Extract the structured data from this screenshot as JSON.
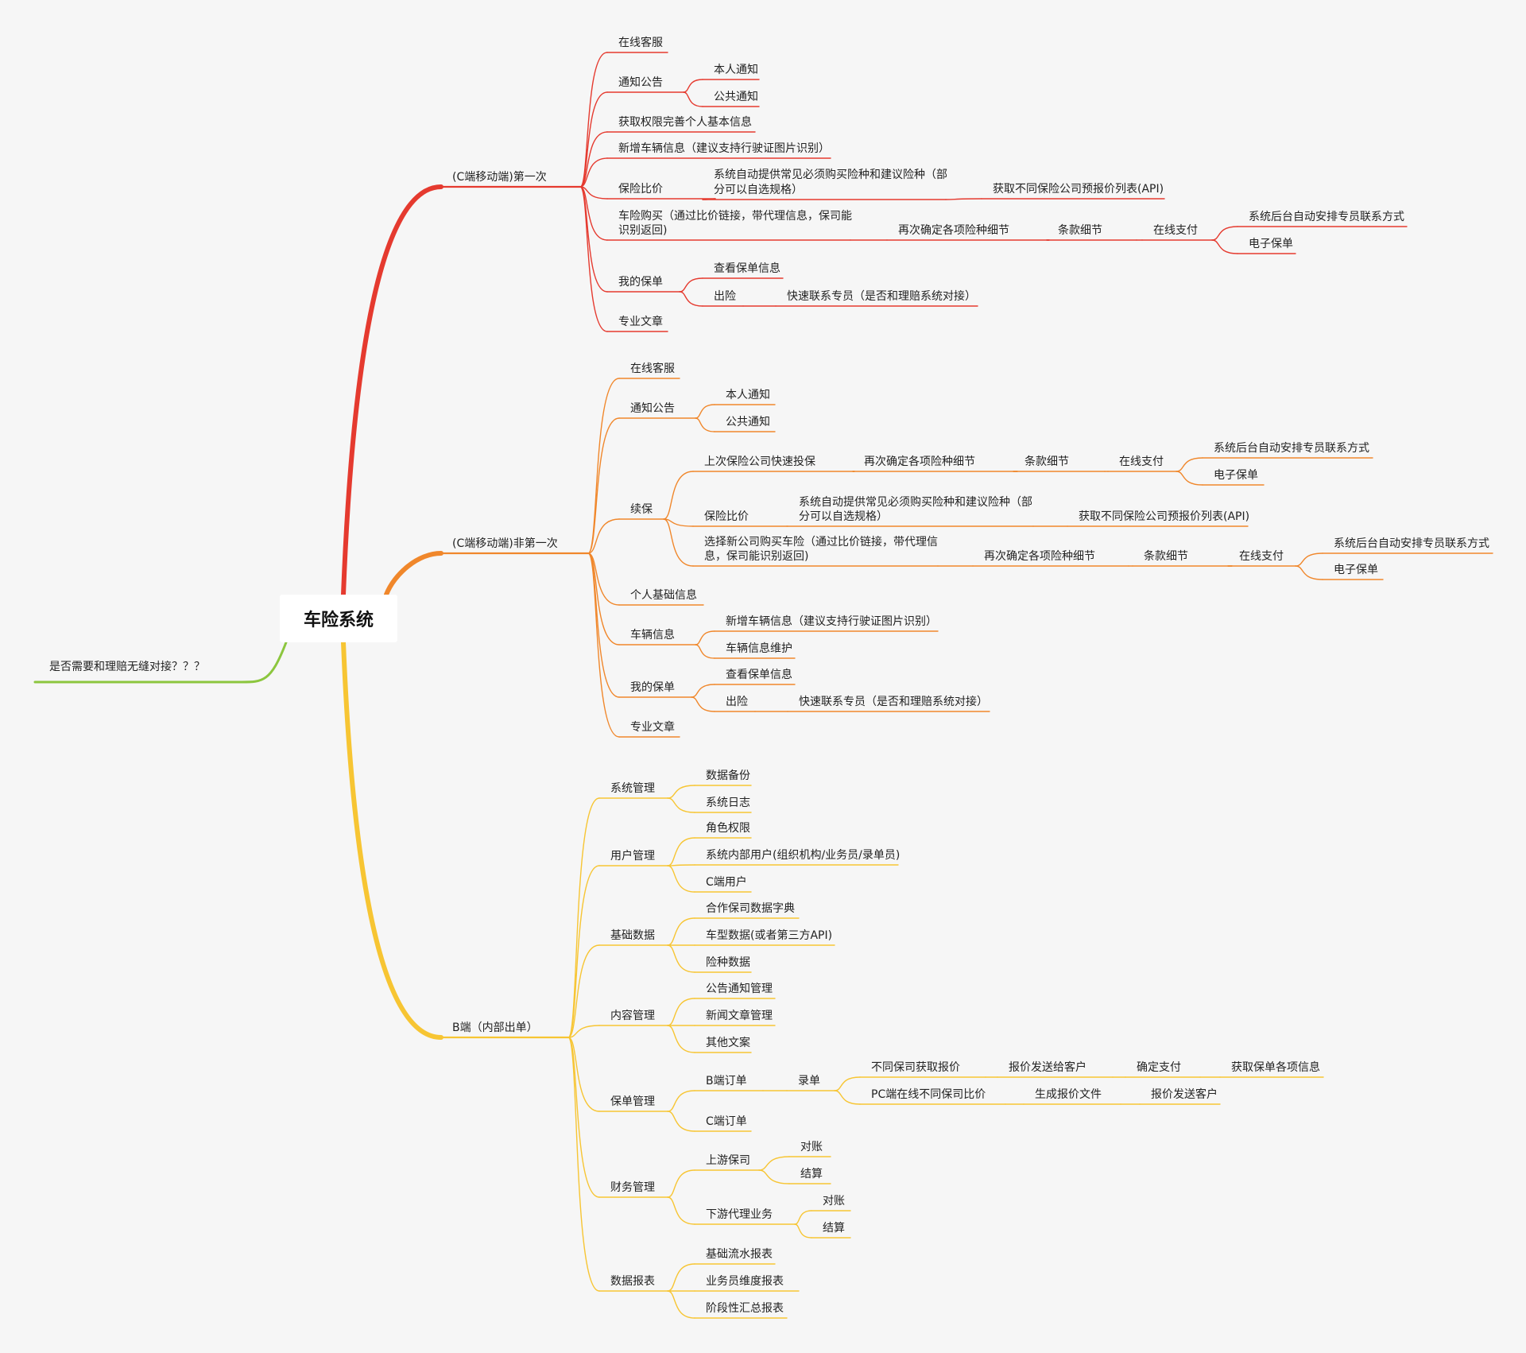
{
  "root": "车险系统",
  "left_branch": {
    "label": "是否需要和理赔无缝对接？？？",
    "color": "#8cc63e"
  },
  "branches": [
    {
      "label": "(C端移动端)第一次",
      "color": "#e53a2f",
      "children": [
        {
          "label": "在线客服"
        },
        {
          "label": "通知公告",
          "children": [
            {
              "label": "本人通知"
            },
            {
              "label": "公共通知"
            }
          ]
        },
        {
          "label": "获取权限完善个人基本信息"
        },
        {
          "label": "新增车辆信息（建议支持行驶证图片识别）"
        },
        {
          "label": "保险比价",
          "children": [
            {
              "label": "系统自动提供常见必须购买险种和建议险种（部分可以自选规格）",
              "children": [
                {
                  "label": "获取不同保险公司预报价列表(API)"
                }
              ]
            }
          ]
        },
        {
          "label": "车险购买（通过比价链接，带代理信息，保司能识别返回)",
          "children": [
            {
              "label": "再次确定各项险种细节",
              "children": [
                {
                  "label": "条款细节",
                  "children": [
                    {
                      "label": "在线支付",
                      "children": [
                        {
                          "label": "系统后台自动安排专员联系方式"
                        },
                        {
                          "label": "电子保单"
                        }
                      ]
                    }
                  ]
                }
              ]
            }
          ]
        },
        {
          "label": "我的保单",
          "children": [
            {
              "label": "查看保单信息"
            },
            {
              "label": "出险",
              "children": [
                {
                  "label": "快速联系专员（是否和理赔系统对接）"
                }
              ]
            }
          ]
        },
        {
          "label": "专业文章"
        }
      ]
    },
    {
      "label": "(C端移动端)非第一次",
      "color": "#f0872b",
      "children": [
        {
          "label": "在线客服"
        },
        {
          "label": "通知公告",
          "children": [
            {
              "label": "本人通知"
            },
            {
              "label": "公共通知"
            }
          ]
        },
        {
          "label": "续保",
          "children": [
            {
              "label": "上次保险公司快速投保",
              "children": [
                {
                  "label": "再次确定各项险种细节",
                  "children": [
                    {
                      "label": "条款细节",
                      "children": [
                        {
                          "label": "在线支付",
                          "children": [
                            {
                              "label": "系统后台自动安排专员联系方式"
                            },
                            {
                              "label": "电子保单"
                            }
                          ]
                        }
                      ]
                    }
                  ]
                }
              ]
            },
            {
              "label": "保险比价",
              "children": [
                {
                  "label": "系统自动提供常见必须购买险种和建议险种（部分可以自选规格）",
                  "children": [
                    {
                      "label": "获取不同保险公司预报价列表(API)"
                    }
                  ]
                }
              ]
            },
            {
              "label": "选择新公司购买车险（通过比价链接，带代理信息，保司能识别返回)",
              "children": [
                {
                  "label": "再次确定各项险种细节",
                  "children": [
                    {
                      "label": "条款细节",
                      "children": [
                        {
                          "label": "在线支付",
                          "children": [
                            {
                              "label": "系统后台自动安排专员联系方式"
                            },
                            {
                              "label": "电子保单"
                            }
                          ]
                        }
                      ]
                    }
                  ]
                }
              ]
            }
          ]
        },
        {
          "label": "个人基础信息"
        },
        {
          "label": "车辆信息",
          "children": [
            {
              "label": "新增车辆信息（建议支持行驶证图片识别）"
            },
            {
              "label": "车辆信息维护"
            }
          ]
        },
        {
          "label": "我的保单",
          "children": [
            {
              "label": "查看保单信息"
            },
            {
              "label": "出险",
              "children": [
                {
                  "label": "快速联系专员（是否和理赔系统对接）"
                }
              ]
            }
          ]
        },
        {
          "label": "专业文章"
        }
      ]
    },
    {
      "label": "B端（内部出单）",
      "color": "#f7c533",
      "children": [
        {
          "label": "系统管理",
          "children": [
            {
              "label": "数据备份"
            },
            {
              "label": "系统日志"
            }
          ]
        },
        {
          "label": "用户管理",
          "children": [
            {
              "label": "角色权限"
            },
            {
              "label": "系统内部用户(组织机构/业务员/录单员)"
            },
            {
              "label": "C端用户"
            }
          ]
        },
        {
          "label": "基础数据",
          "children": [
            {
              "label": "合作保司数据字典"
            },
            {
              "label": "车型数据(或者第三方API)"
            },
            {
              "label": "险种数据"
            }
          ]
        },
        {
          "label": "内容管理",
          "children": [
            {
              "label": "公告通知管理"
            },
            {
              "label": "新闻文章管理"
            },
            {
              "label": "其他文案"
            }
          ]
        },
        {
          "label": "保单管理",
          "children": [
            {
              "label": "B端订单",
              "children": [
                {
                  "label": "录单",
                  "children": [
                    {
                      "label": "不同保司获取报价",
                      "children": [
                        {
                          "label": "报价发送给客户",
                          "children": [
                            {
                              "label": "确定支付",
                              "children": [
                                {
                                  "label": "获取保单各项信息"
                                }
                              ]
                            }
                          ]
                        }
                      ]
                    },
                    {
                      "label": "PC端在线不同保司比价",
                      "children": [
                        {
                          "label": "生成报价文件",
                          "children": [
                            {
                              "label": "报价发送客户"
                            }
                          ]
                        }
                      ]
                    }
                  ]
                }
              ]
            },
            {
              "label": "C端订单"
            }
          ]
        },
        {
          "label": "财务管理",
          "children": [
            {
              "label": "上游保司",
              "children": [
                {
                  "label": "对账"
                },
                {
                  "label": "结算"
                }
              ]
            },
            {
              "label": "下游代理业务",
              "children": [
                {
                  "label": "对账"
                },
                {
                  "label": "结算"
                }
              ]
            }
          ]
        },
        {
          "label": "数据报表",
          "children": [
            {
              "label": "基础流水报表"
            },
            {
              "label": "业务员维度报表"
            },
            {
              "label": "阶段性汇总报表"
            }
          ]
        }
      ]
    }
  ]
}
